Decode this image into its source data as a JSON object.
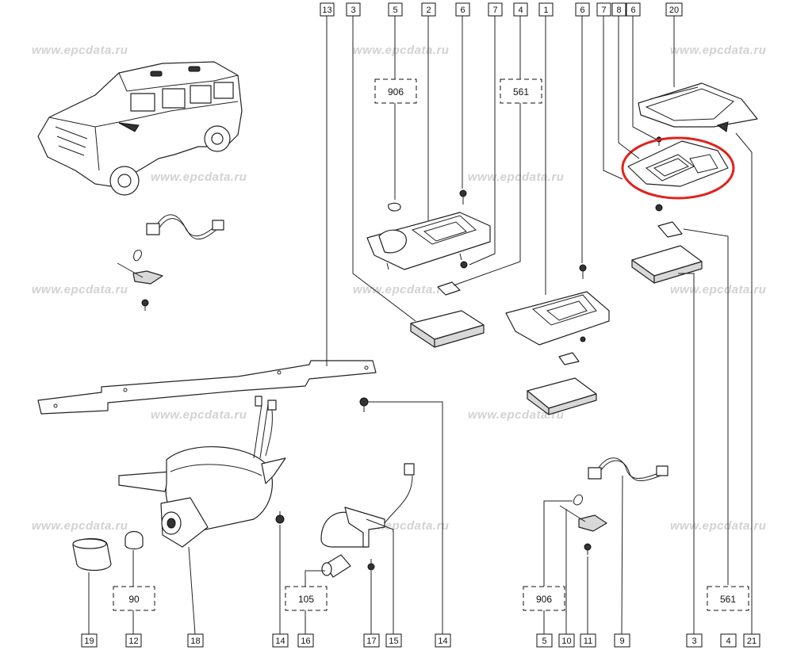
{
  "watermark": "www.epcdata.ru",
  "top_callouts": [
    "13",
    "3",
    "5",
    "2",
    "6",
    "7",
    "4",
    "1",
    "6",
    "7",
    "8",
    "6",
    "20"
  ],
  "bottom_callouts": [
    "19",
    "12",
    "18",
    "14",
    "16",
    "17",
    "15",
    "14",
    "5",
    "10",
    "11",
    "9",
    "3",
    "4",
    "21"
  ],
  "counts": {
    "c906_top": "906",
    "c561_top": "561",
    "c90": "90",
    "c105": "105",
    "c906_bottom": "906",
    "c561_bottom": "561"
  },
  "highlight_color": "#e0221d"
}
